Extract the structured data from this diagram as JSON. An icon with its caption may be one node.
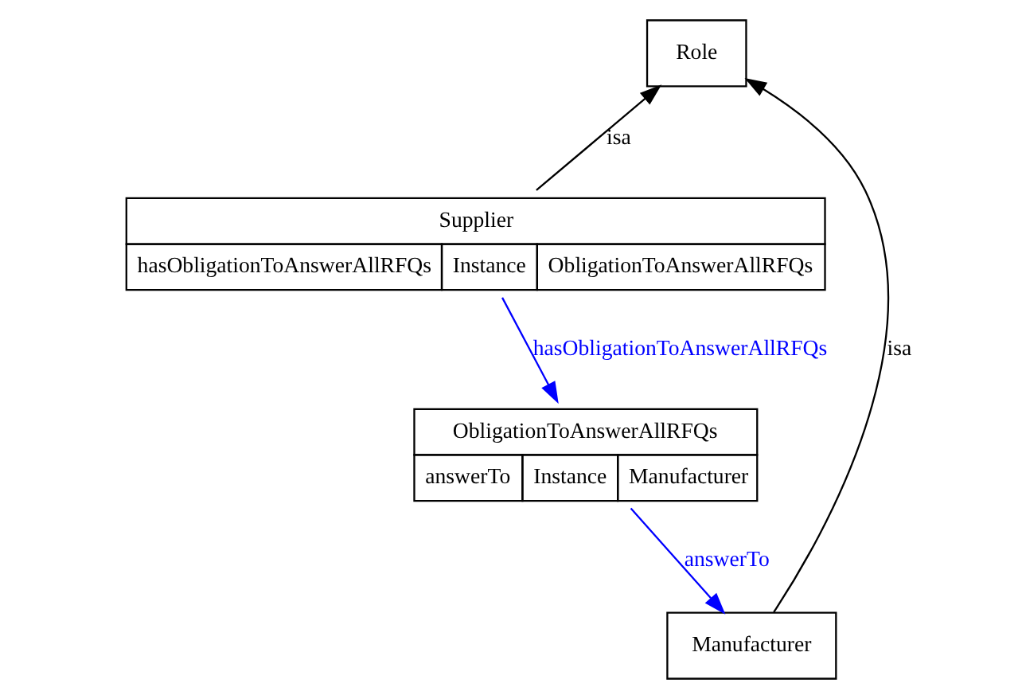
{
  "diagram": {
    "nodes": [
      {
        "text": [
          "Role"
        ]
      },
      {
        "text": [
          "Supplier",
          "hasObligationToAnswerAllRFQs",
          "Instance",
          "ObligationToAnswerAllRFQs"
        ]
      },
      {
        "text": [
          "ObligationToAnswerAllRFQs",
          "answerTo",
          "Instance",
          "Manufacturer"
        ]
      },
      {
        "text": [
          "Manufacturer"
        ]
      }
    ],
    "edges": [
      {
        "from": 1,
        "to": 0,
        "arrow": "to",
        "label": "isa"
      },
      {
        "from": 3,
        "to": 0,
        "arrow": "to",
        "label": "isa"
      },
      {
        "from": 1,
        "to": 2,
        "arrow": "to",
        "label": "hasObligationToAnswerAllRFQs",
        "color": "#0000ff"
      },
      {
        "from": 2,
        "to": 3,
        "arrow": "to",
        "label": "answerTo",
        "color": "#0000ff"
      }
    ]
  }
}
